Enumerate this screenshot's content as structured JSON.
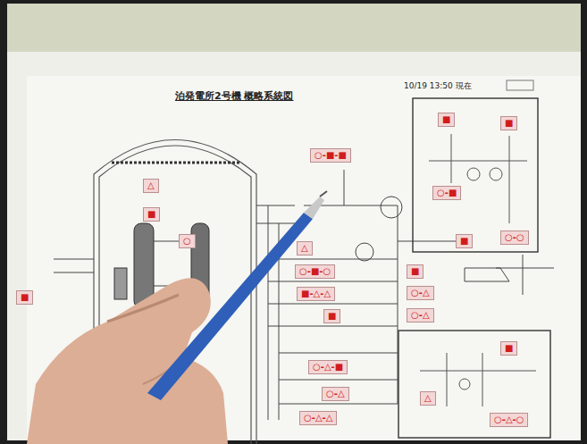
{
  "diagram": {
    "title": "泊発電所2号機 概略系統図",
    "nodes": [
      {
        "text": [
          "○-■-■"
        ]
      },
      {
        "text": [
          "△"
        ]
      },
      {
        "text": [
          "■"
        ]
      },
      {
        "text": [
          "○"
        ]
      },
      {
        "text": [
          "■"
        ]
      },
      {
        "text": [
          "△"
        ]
      },
      {
        "text": [
          "○-■-○"
        ]
      },
      {
        "text": [
          "■-△-△"
        ]
      },
      {
        "text": [
          "■"
        ]
      },
      {
        "text": [
          "○-△-■"
        ]
      },
      {
        "text": [
          "○-△"
        ]
      },
      {
        "text": [
          "○-△-△"
        ]
      },
      {
        "text": [
          "■"
        ]
      },
      {
        "text": [
          "○-△"
        ]
      },
      {
        "text": [
          "○-△"
        ]
      },
      {
        "text": [
          "■"
        ]
      },
      {
        "text": [
          "■"
        ]
      },
      {
        "text": [
          "○-■"
        ]
      },
      {
        "text": [
          "■"
        ]
      },
      {
        "text": [
          "○-○"
        ]
      },
      {
        "text": [
          "■"
        ]
      },
      {
        "text": [
          "△"
        ]
      },
      {
        "text": [
          "○-△-○"
        ]
      }
    ],
    "labels": [
      "10/19 13:50 現在"
    ]
  }
}
